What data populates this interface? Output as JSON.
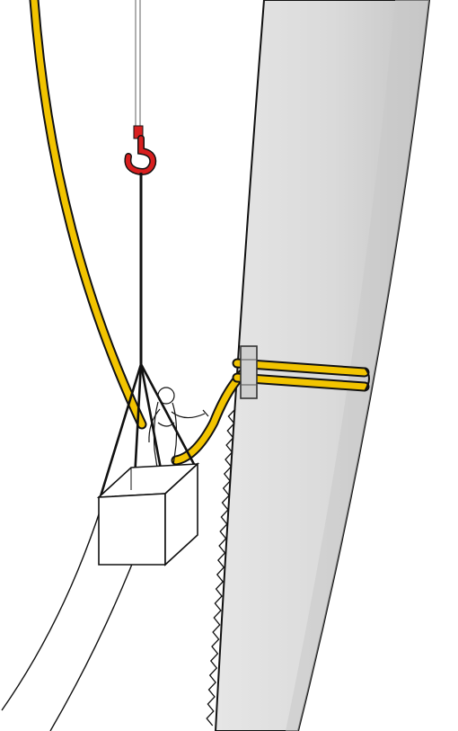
{
  "scene": {
    "subject": "rope-access-lift-to-tower",
    "elements": [
      "tower-section",
      "sawtooth-edge",
      "yellow-rope",
      "rope-wrap-around-tower",
      "rope-clamp",
      "crane-cable",
      "crane-hook",
      "sling-lines",
      "basket",
      "worker-figure",
      "tag-lines"
    ]
  },
  "colors": {
    "tower_fill": "#dcdcdc",
    "tower_shade": "#c2c2c2",
    "rope": "#f2c400",
    "outline": "#111111",
    "hook": "#d81f1f",
    "clamp": "#cfcfcf",
    "cable": "#9a9a9a",
    "basket": "#ffffff"
  }
}
